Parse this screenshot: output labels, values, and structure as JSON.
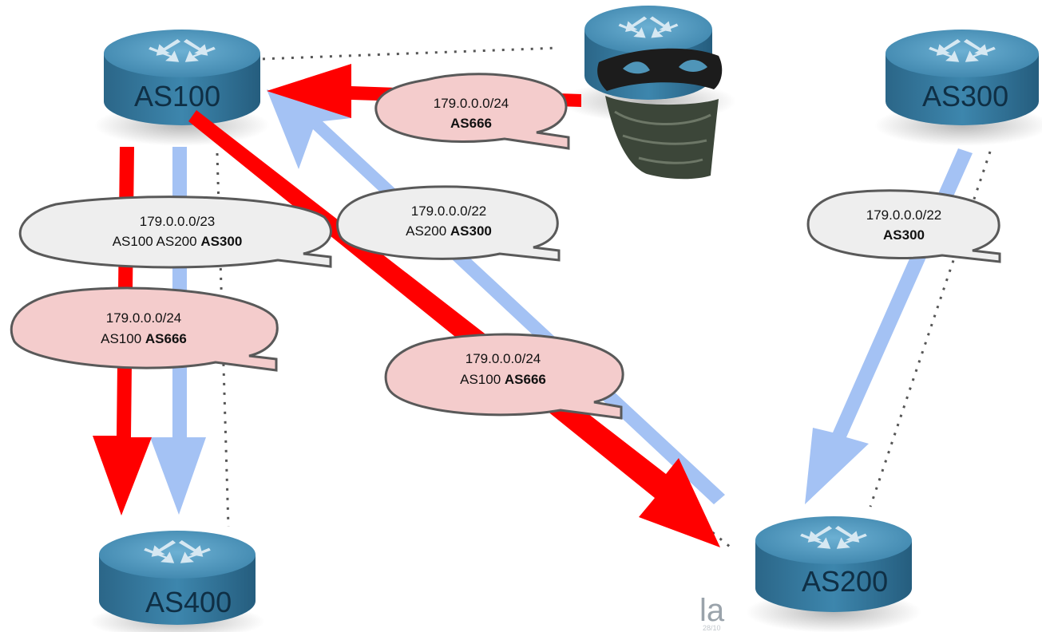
{
  "routers": {
    "as100": "AS100",
    "as200": "AS200",
    "as300": "AS300",
    "as400": "AS400",
    "attacker_icon": "masked-bandit-icon"
  },
  "bubbles": {
    "hijack_to_as100": {
      "prefix": "179.0.0.0/24",
      "path_bold": "AS666"
    },
    "as100_to_as400_legit": {
      "prefix": "179.0.0.0/23",
      "path": "AS100 AS200",
      "path_bold": "AS300"
    },
    "as100_to_as400_hijack": {
      "prefix": "179.0.0.0/24",
      "path": "AS100",
      "path_bold": "AS666"
    },
    "as200_to_as100_legit": {
      "prefix": "179.0.0.0/22",
      "path": "AS200",
      "path_bold": "AS300"
    },
    "as100_to_as200_hijack": {
      "prefix": "179.0.0.0/24",
      "path": "AS100",
      "path_bold": "AS666"
    },
    "as300_to_as200_legit": {
      "prefix": "179.0.0.0/22",
      "path_bold": "AS300"
    }
  },
  "watermark": {
    "text": "la",
    "subtext": "28/10"
  },
  "colors": {
    "hijack_arrow": "#ff0000",
    "legit_arrow": "#a4c2f4",
    "hijack_bubble": "#f4cccc",
    "legit_bubble": "#eeeeee",
    "router_top": "#4f95b8",
    "router_side": "#2f6f93"
  }
}
